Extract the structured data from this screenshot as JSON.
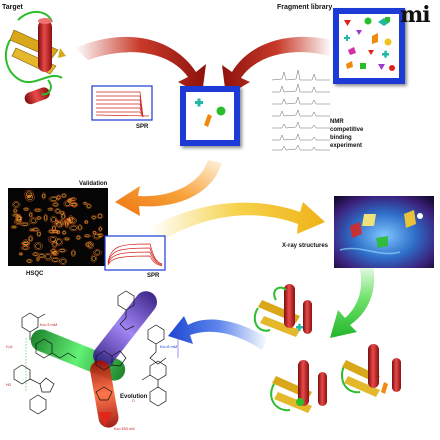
{
  "labels": {
    "target": "Target",
    "fragment_library": "Fragment library",
    "spr_top": "SPR",
    "nmr_line1": "NMR",
    "nmr_line2": "competitive",
    "nmr_line3": "binding",
    "nmr_line4": "experiment",
    "validation": "Validation",
    "spr_mid": "SPR",
    "hsqc": "HSQC",
    "xray": "X-ray structures",
    "evolution": "Evolution",
    "kd_top": "Kᴅ=3 mM",
    "kd_mid": "Kᴅ=8 mM",
    "kd_bottom": "Kᴅ=150 nM"
  },
  "logo": "mi",
  "colors": {
    "frame_blue": "#1a3ad6",
    "arrow_dark_red": "#9b1a10",
    "arrow_orange": "#f08a10",
    "arrow_yellow": "#f1c21b",
    "arrow_green": "#2fc23a",
    "arrow_blue": "#2155d8",
    "helix_red": "#c81e1e",
    "sheet_gold": "#d8a81a",
    "loop_green": "#2bbd2b",
    "bond_green": "#1fd43a",
    "bond_purple": "#6a3fd2",
    "bond_red": "#e0281a"
  }
}
